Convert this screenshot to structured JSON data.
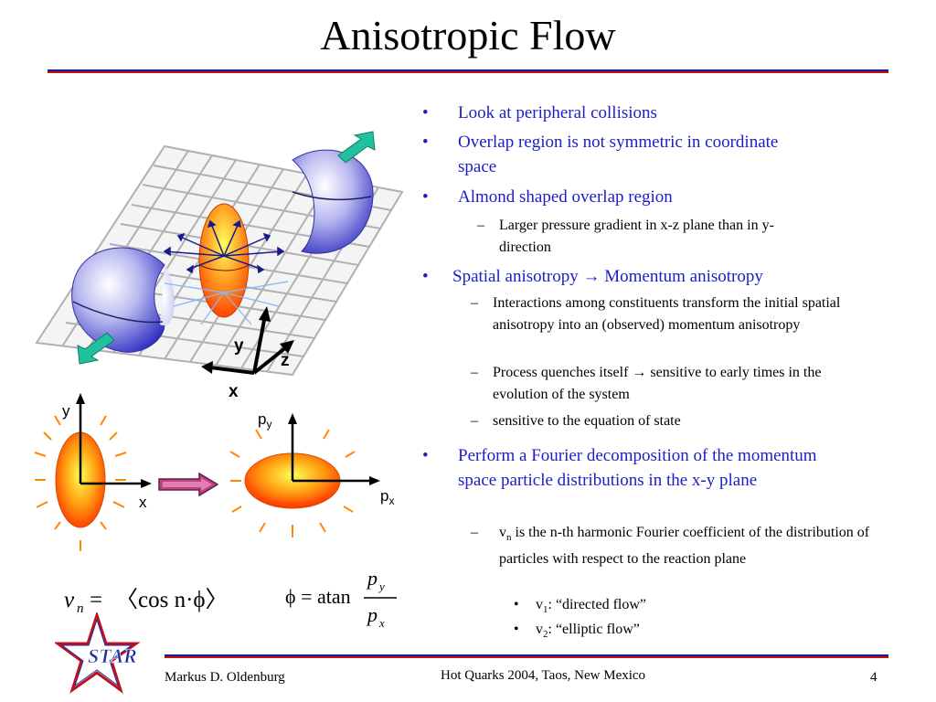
{
  "slide": {
    "title": "Anisotropic Flow",
    "page_number": "4"
  },
  "bullets": {
    "b1": "Look at peripheral collisions",
    "b2": "Overlap region is not symmetric in coordinate space",
    "b3": "Almond shaped overlap region",
    "b3_sub1": "Larger pressure gradient in x-z plane than in y-direction",
    "b4": "Spatial anisotropy → Momentum anisotropy",
    "b4_sub1": "Interactions among constituents transform the initial spatial anisotropy into an (observed) momentum anisotropy",
    "b4_sub2": "Process quenches itself → sensitive to early times in the evolution of the system",
    "b4_sub3": "sensitive to the equation of state",
    "b5": "Perform a Fourier decomposition of the momentum space particle distributions in the x-y plane",
    "b5_sub1_rest": " is the n-th harmonic Fourier coefficient of the distribution of particles with respect to the reaction plane",
    "b5_sub1_sym": "v",
    "b5_sub1_subscript": "n",
    "b5_subsub1_label": ": “directed flow”",
    "b5_subsub2_label": ": “elliptic flow”",
    "bullet_char": "•",
    "dash_char": "–"
  },
  "diagram": {
    "axis_y": "y",
    "axis_z": "z",
    "axis_x": "x",
    "left_axis_y": "y",
    "left_axis_x": "x",
    "right_axis_py": "p",
    "right_axis_py_sub": "y",
    "right_axis_px": "p",
    "right_axis_px_sub": "x"
  },
  "formulas": {
    "vn": "v",
    "vn_sub": "n",
    "vn_rhs": "〈cos n·ϕ〉",
    "phi_lhs": "ϕ = atan",
    "phi_num": "p",
    "phi_num_sub": "y",
    "phi_den": "p",
    "phi_den_sub": "x"
  },
  "footer": {
    "logo_text": "STAR",
    "author": "Markus D. Oldenburg",
    "event": "Hot Quarks 2004, Taos, New Mexico"
  },
  "colors": {
    "bullet_blue": "#1c1cc8",
    "rule_top": "#1a1a8c",
    "rule_bottom": "#c01020",
    "almond_orange": "#ff8a1a",
    "nucleus_blue": "#3a3ad0"
  }
}
